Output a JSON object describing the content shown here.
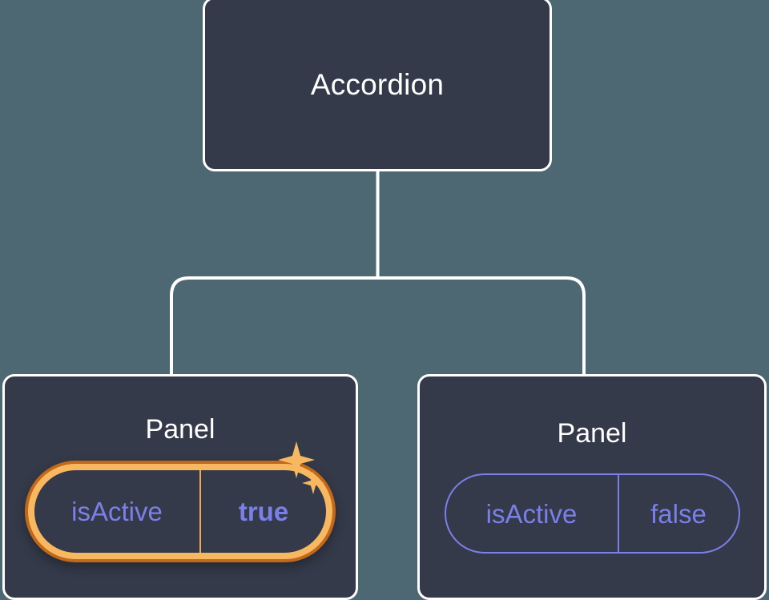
{
  "diagram": {
    "type": "component-tree",
    "background_color": "#4d6773",
    "node_fill_color": "#343a49",
    "node_border_color": "#ffffff",
    "connector_color": "#ffffff",
    "accent_active_color": "#f8b861",
    "accent_active_shadow_color": "#c1681a",
    "accent_prop_color": "#7b7fe8",
    "root": {
      "title": "Accordion"
    },
    "children": [
      {
        "title": "Panel",
        "highlighted": true,
        "prop": {
          "key": "isActive",
          "value": "true"
        },
        "sparkle_icons": [
          "sparkle-large-icon",
          "sparkle-small-icon"
        ]
      },
      {
        "title": "Panel",
        "highlighted": false,
        "prop": {
          "key": "isActive",
          "value": "false"
        }
      }
    ]
  }
}
